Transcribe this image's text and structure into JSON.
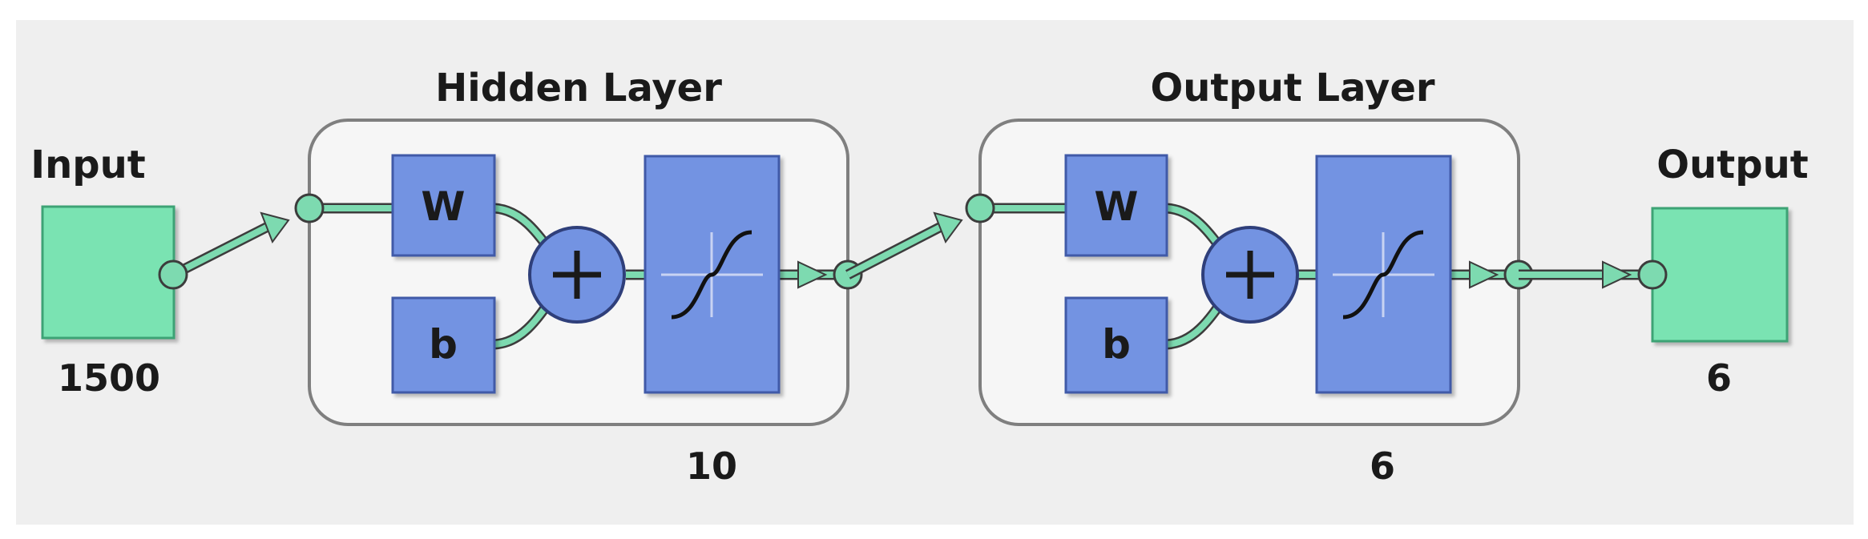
{
  "input": {
    "title": "Input",
    "size": "1500"
  },
  "hidden_layer": {
    "title": "Hidden Layer",
    "size": "10",
    "weight_symbol": "W",
    "bias_symbol": "b"
  },
  "output_layer": {
    "title": "Output Layer",
    "size": "6",
    "weight_symbol": "W",
    "bias_symbol": "b"
  },
  "output": {
    "title": "Output",
    "size": "6"
  },
  "colors": {
    "background": "#efefef",
    "layer_box_fill": "#f6f6f6",
    "layer_box_stroke": "#7f7f7f",
    "block_fill": "#7393e2",
    "block_stroke": "#3f5aa8",
    "io_fill": "#7ae3b2",
    "io_stroke": "#3da374",
    "wire": "#7ddab0"
  }
}
